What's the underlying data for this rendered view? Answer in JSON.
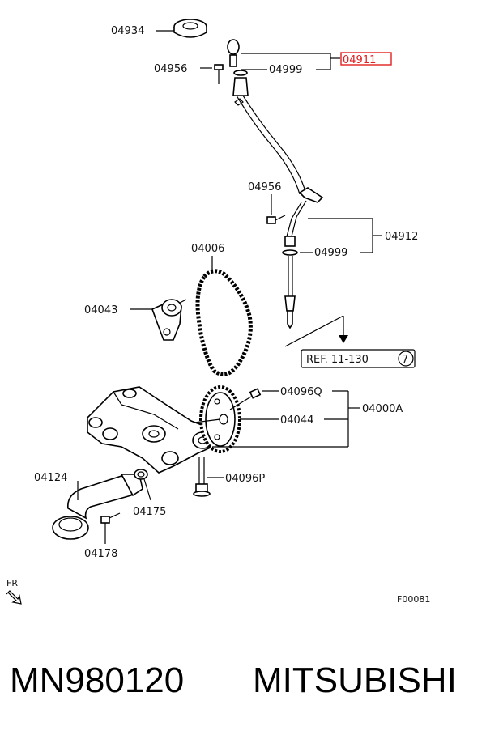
{
  "callouts": {
    "p04934": "04934",
    "p04956_top": "04956",
    "p04999_top": "04999",
    "p04911": "04911",
    "p04956_mid": "04956",
    "p04912": "04912",
    "p04999_mid": "04999",
    "p04006": "04006",
    "p04043": "04043",
    "ref": "REF. 11-130",
    "ref_circle": "7",
    "p04096Q": "04096Q",
    "p04044": "04044",
    "p04000A": "04000A",
    "p04124": "04124",
    "p04096P": "04096P",
    "p04175": "04175",
    "p04178": "04178",
    "fr": "FR",
    "figure_code": "F00081"
  },
  "caption": {
    "part_number": "MN980120",
    "brand": "MITSUBISHI"
  },
  "colors": {
    "highlight": "#e02020",
    "ink": "#000000"
  }
}
